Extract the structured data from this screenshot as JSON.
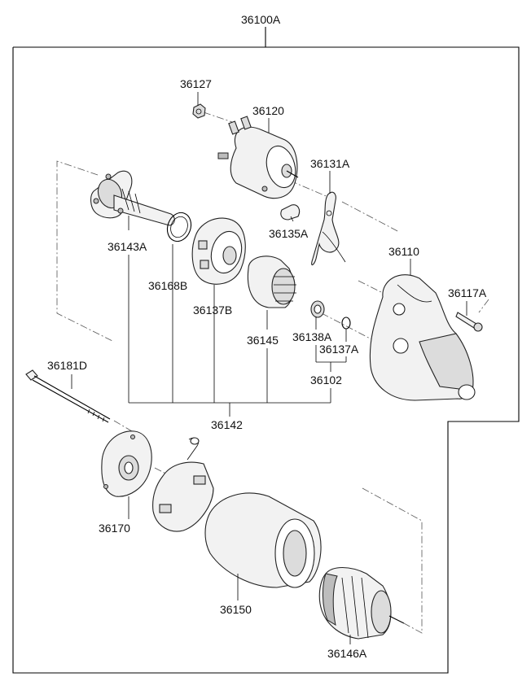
{
  "diagram": {
    "labels": {
      "assembly": "36100A",
      "nut": "36127",
      "solenoid": "36120",
      "lever": "36131A",
      "plunger_cap": "36135A",
      "shaft": "36143A",
      "gasket": "36168B",
      "gear_housing": "36137B",
      "housing": "36110",
      "pin": "36117A",
      "clutch": "36145",
      "washer": "36138A",
      "snap_ring": "36137A",
      "sub_kit": "36102",
      "through_bolt": "36181D",
      "gear_kit": "36142",
      "rear_cover": "36170",
      "brush_holder": "36150",
      "armature": "36146A"
    }
  }
}
